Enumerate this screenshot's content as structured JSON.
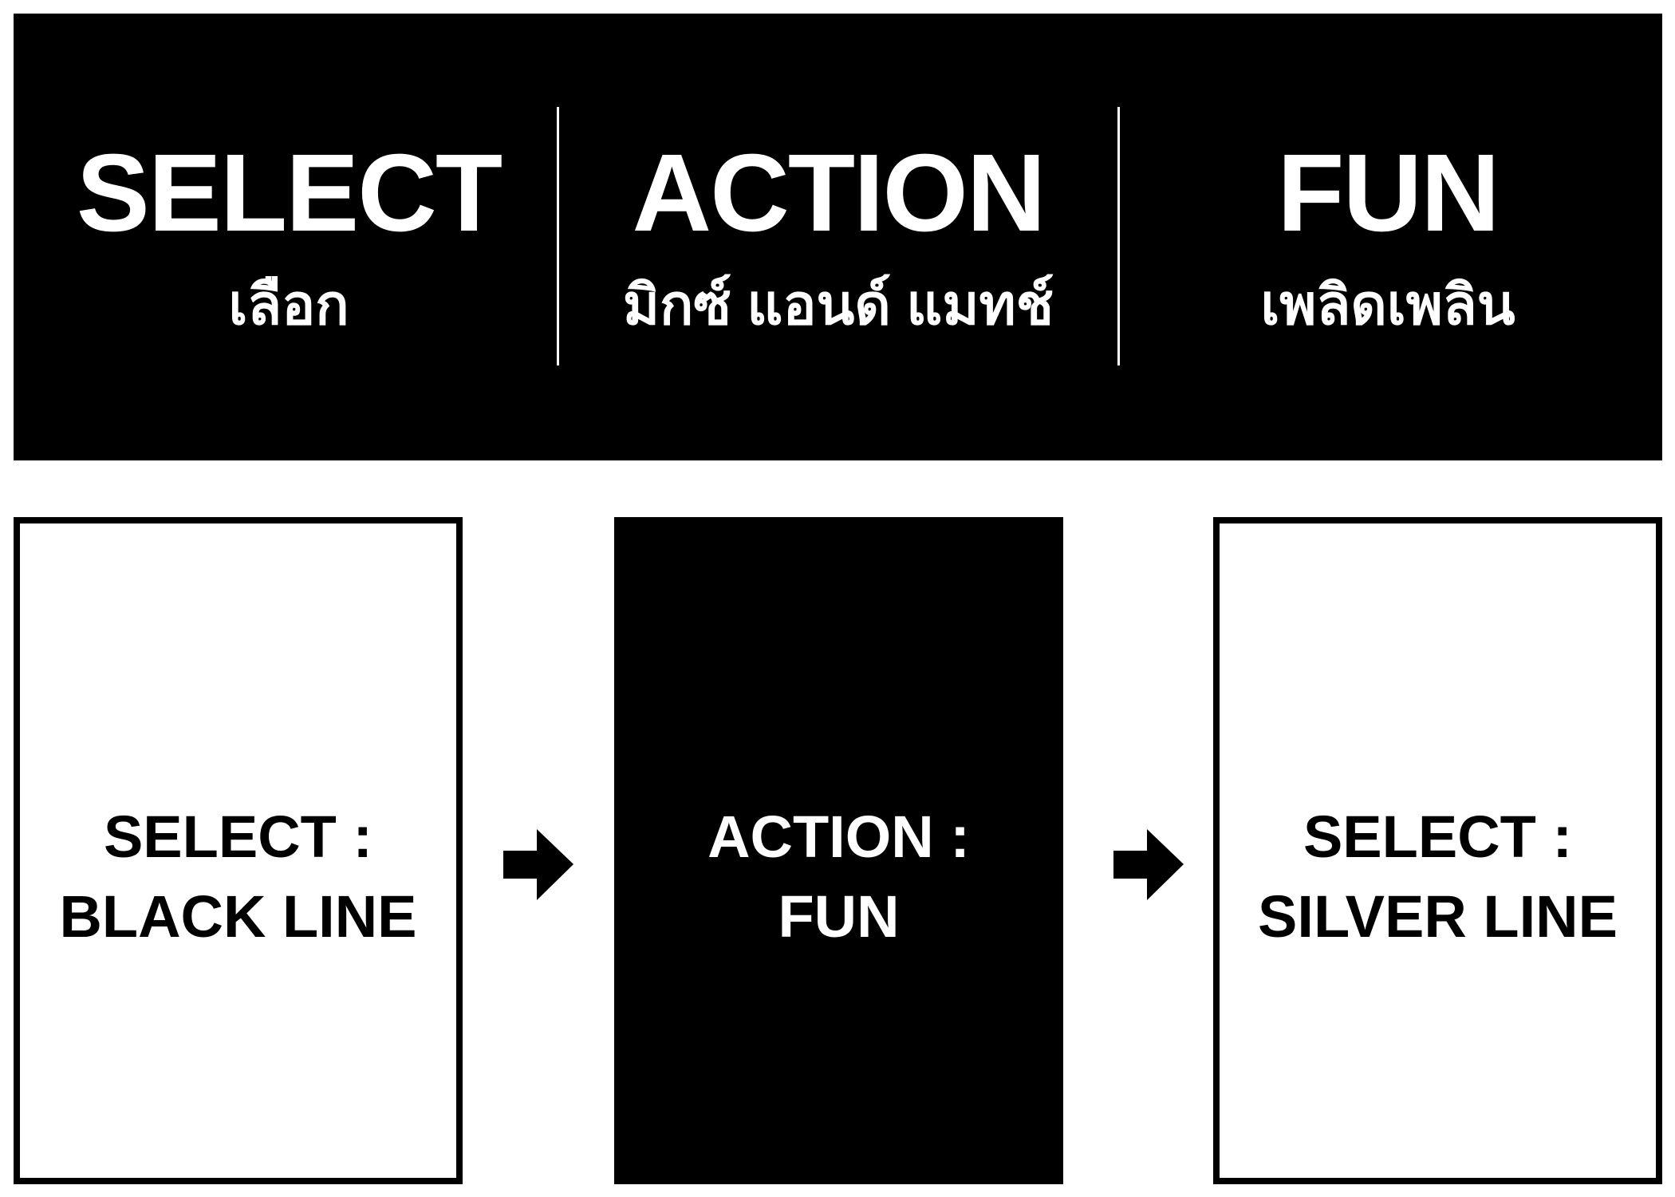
{
  "banner": {
    "columns": [
      {
        "title": "SELECT",
        "subtitle": "เลือก"
      },
      {
        "title": "ACTION",
        "subtitle": "มิกซ์ แอนด์ แมทช์"
      },
      {
        "title": "FUN",
        "subtitle": "เพลิดเพลิน"
      }
    ]
  },
  "steps": [
    {
      "line1": "SELECT :",
      "line2": "BLACK LINE"
    },
    {
      "line1": "ACTION :",
      "line2": "FUN"
    },
    {
      "line1": "SELECT :",
      "line2": "SILVER LINE"
    }
  ],
  "arrow_icon": "right-arrow-icon",
  "colors": {
    "primary": "#000000",
    "background": "#ffffff"
  }
}
